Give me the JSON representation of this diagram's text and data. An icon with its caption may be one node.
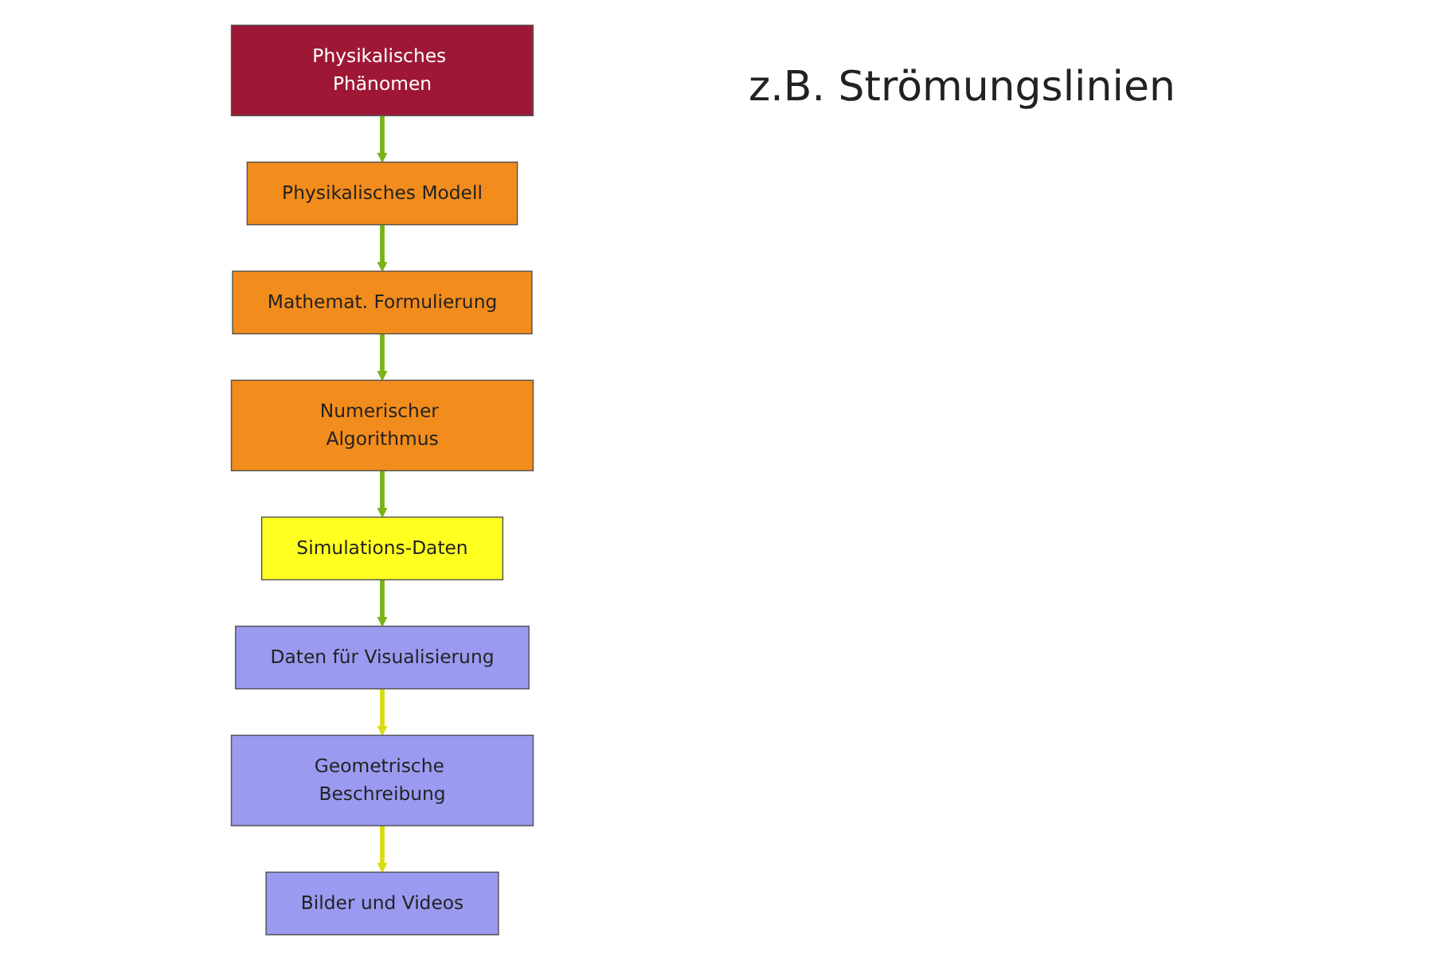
{
  "diagram": {
    "nodes": [
      {
        "text": [
          "Physikalisches Phänomen"
        ]
      },
      {
        "text": [
          "Physikalisches Modell"
        ]
      },
      {
        "text": [
          "Mathemat. Formulierung"
        ]
      },
      {
        "text": [
          "Numerischer Algorithmus"
        ]
      },
      {
        "text": [
          "Simulations-Daten"
        ]
      },
      {
        "text": [
          "Daten für Visualisierung"
        ]
      },
      {
        "text": [
          "Geometrische Beschreibung"
        ]
      },
      {
        "text": [
          "Bilder und Videos"
        ]
      }
    ],
    "edges": [
      {
        "from": 0,
        "to": 1,
        "arrow": "to"
      },
      {
        "from": 1,
        "to": 2,
        "arrow": "to"
      },
      {
        "from": 2,
        "to": 3,
        "arrow": "to"
      },
      {
        "from": 3,
        "to": 4,
        "arrow": "to"
      },
      {
        "from": 4,
        "to": 5,
        "arrow": "to"
      },
      {
        "from": 5,
        "to": 6,
        "arrow": "to",
        "color": "#d8dc10"
      },
      {
        "from": 6,
        "to": 7,
        "arrow": "to",
        "color": "#d8dc10"
      }
    ],
    "labels": [
      "z.B. Strömungslinien"
    ]
  }
}
